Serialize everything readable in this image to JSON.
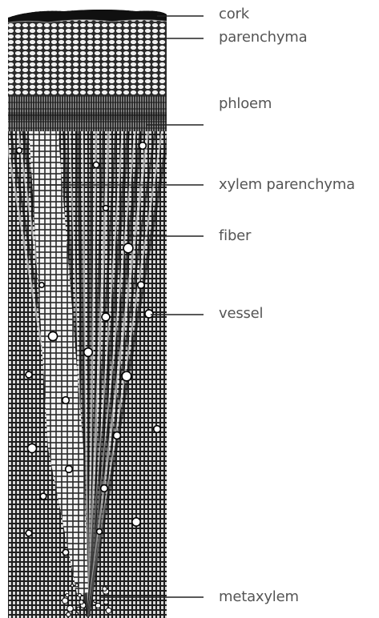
{
  "labels": {
    "cork": "cork",
    "parenchyma": "parenchyma",
    "phloem": "phloem",
    "xylem_parenchyma": "xylem parenchyma",
    "fiber": "fiber",
    "vessel": "vessel",
    "metaxylem": "metaxylem"
  },
  "colors": {
    "background": "#ffffff",
    "tissue_dark": "#1a1a1a",
    "tissue_mid": "#4a4a4a",
    "cell_light": "#f2f2f2",
    "leader_line": "#222222",
    "label_text": "#555555"
  }
}
